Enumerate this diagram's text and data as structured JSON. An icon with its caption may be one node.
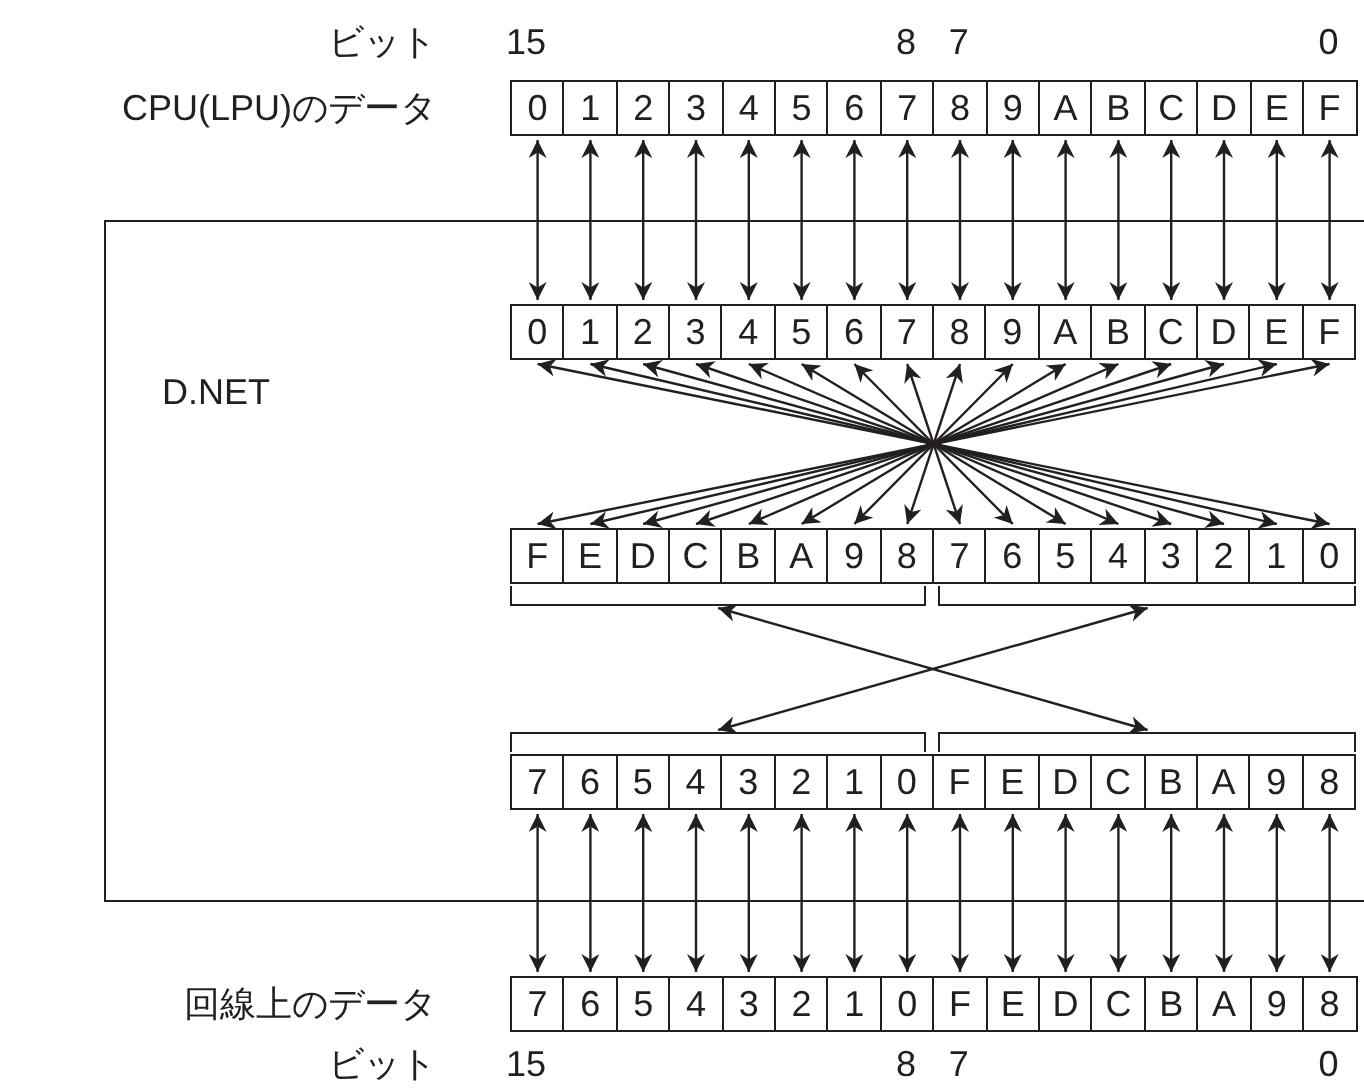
{
  "diagram": {
    "nodes": [
      {
        "text": [
          "0"
        ]
      },
      {
        "text": [
          "1"
        ]
      },
      {
        "text": [
          "2"
        ]
      },
      {
        "text": [
          "3"
        ]
      },
      {
        "text": [
          "4"
        ]
      },
      {
        "text": [
          "5"
        ]
      },
      {
        "text": [
          "6"
        ]
      },
      {
        "text": [
          "7"
        ]
      },
      {
        "text": [
          "8"
        ]
      },
      {
        "text": [
          "9"
        ]
      },
      {
        "text": [
          "A"
        ]
      },
      {
        "text": [
          "B"
        ]
      },
      {
        "text": [
          "C"
        ]
      },
      {
        "text": [
          "D"
        ]
      },
      {
        "text": [
          "E"
        ]
      },
      {
        "text": [
          "F"
        ]
      },
      {
        "text": [
          "D.NET"
        ]
      },
      {
        "text": [
          "0"
        ],
        "in": 16
      },
      {
        "text": [
          "1"
        ],
        "in": 16
      },
      {
        "text": [
          "2"
        ],
        "in": 16
      },
      {
        "text": [
          "3"
        ],
        "in": 16
      },
      {
        "text": [
          "4"
        ],
        "in": 16
      },
      {
        "text": [
          "5"
        ],
        "in": 16
      },
      {
        "text": [
          "6"
        ],
        "in": 16
      },
      {
        "text": [
          "7"
        ],
        "in": 16
      },
      {
        "text": [
          "8"
        ],
        "in": 16
      },
      {
        "text": [
          "9"
        ],
        "in": 16
      },
      {
        "text": [
          "A"
        ],
        "in": 16
      },
      {
        "text": [
          "B"
        ],
        "in": 16
      },
      {
        "text": [
          "C"
        ],
        "in": 16
      },
      {
        "text": [
          "D"
        ],
        "in": 16
      },
      {
        "text": [
          "E"
        ],
        "in": 16
      },
      {
        "text": [
          "F"
        ],
        "in": 16
      },
      {
        "text": [
          "F"
        ],
        "in": 16
      },
      {
        "text": [
          "E"
        ],
        "in": 16
      },
      {
        "text": [
          "D"
        ],
        "in": 16
      },
      {
        "text": [
          "C"
        ],
        "in": 16
      },
      {
        "text": [
          "B"
        ],
        "in": 16
      },
      {
        "text": [
          "A"
        ],
        "in": 16
      },
      {
        "text": [
          "9"
        ],
        "in": 16
      },
      {
        "text": [
          "8"
        ],
        "in": 16
      },
      {
        "text": [
          "7"
        ],
        "in": 16
      },
      {
        "text": [
          "6"
        ],
        "in": 16
      },
      {
        "text": [
          "5"
        ],
        "in": 16
      },
      {
        "text": [
          "4"
        ],
        "in": 16
      },
      {
        "text": [
          "3"
        ],
        "in": 16
      },
      {
        "text": [
          "2"
        ],
        "in": 16
      },
      {
        "text": [
          "1"
        ],
        "in": 16
      },
      {
        "text": [
          "0"
        ],
        "in": 16
      },
      {
        "text": [],
        "shape": "bracket",
        "in": 16
      },
      {
        "text": [],
        "shape": "bracket",
        "in": 16
      },
      {
        "text": [],
        "shape": "bracket",
        "in": 16
      },
      {
        "text": [],
        "shape": "bracket",
        "in": 16
      },
      {
        "text": [
          "7"
        ],
        "in": 16
      },
      {
        "text": [
          "6"
        ],
        "in": 16
      },
      {
        "text": [
          "5"
        ],
        "in": 16
      },
      {
        "text": [
          "4"
        ],
        "in": 16
      },
      {
        "text": [
          "3"
        ],
        "in": 16
      },
      {
        "text": [
          "2"
        ],
        "in": 16
      },
      {
        "text": [
          "1"
        ],
        "in": 16
      },
      {
        "text": [
          "0"
        ],
        "in": 16
      },
      {
        "text": [
          "F"
        ],
        "in": 16
      },
      {
        "text": [
          "E"
        ],
        "in": 16
      },
      {
        "text": [
          "D"
        ],
        "in": 16
      },
      {
        "text": [
          "C"
        ],
        "in": 16
      },
      {
        "text": [
          "B"
        ],
        "in": 16
      },
      {
        "text": [
          "A"
        ],
        "in": 16
      },
      {
        "text": [
          "9"
        ],
        "in": 16
      },
      {
        "text": [
          "8"
        ],
        "in": 16
      },
      {
        "text": [
          "7"
        ]
      },
      {
        "text": [
          "6"
        ]
      },
      {
        "text": [
          "5"
        ]
      },
      {
        "text": [
          "4"
        ]
      },
      {
        "text": [
          "3"
        ]
      },
      {
        "text": [
          "2"
        ]
      },
      {
        "text": [
          "1"
        ]
      },
      {
        "text": [
          "0"
        ]
      },
      {
        "text": [
          "F"
        ]
      },
      {
        "text": [
          "E"
        ]
      },
      {
        "text": [
          "D"
        ]
      },
      {
        "text": [
          "C"
        ]
      },
      {
        "text": [
          "B"
        ]
      },
      {
        "text": [
          "A"
        ]
      },
      {
        "text": [
          "9"
        ]
      },
      {
        "text": [
          "8"
        ]
      }
    ],
    "edges": [
      {
        "from": 0,
        "to": 17,
        "arrow": "both"
      },
      {
        "from": 1,
        "to": 18,
        "arrow": "both"
      },
      {
        "from": 2,
        "to": 19,
        "arrow": "both"
      },
      {
        "from": 3,
        "to": 20,
        "arrow": "both"
      },
      {
        "from": 4,
        "to": 21,
        "arrow": "both"
      },
      {
        "from": 5,
        "to": 22,
        "arrow": "both"
      },
      {
        "from": 6,
        "to": 23,
        "arrow": "both"
      },
      {
        "from": 7,
        "to": 24,
        "arrow": "both"
      },
      {
        "from": 8,
        "to": 25,
        "arrow": "both"
      },
      {
        "from": 9,
        "to": 26,
        "arrow": "both"
      },
      {
        "from": 10,
        "to": 27,
        "arrow": "both"
      },
      {
        "from": 11,
        "to": 28,
        "arrow": "both"
      },
      {
        "from": 12,
        "to": 29,
        "arrow": "both"
      },
      {
        "from": 13,
        "to": 30,
        "arrow": "both"
      },
      {
        "from": 14,
        "to": 31,
        "arrow": "both"
      },
      {
        "from": 15,
        "to": 32,
        "arrow": "both"
      },
      {
        "from": 17,
        "to": 48,
        "arrow": "both"
      },
      {
        "from": 18,
        "to": 47,
        "arrow": "both"
      },
      {
        "from": 19,
        "to": 46,
        "arrow": "both"
      },
      {
        "from": 20,
        "to": 45,
        "arrow": "both"
      },
      {
        "from": 21,
        "to": 44,
        "arrow": "both"
      },
      {
        "from": 22,
        "to": 43,
        "arrow": "both"
      },
      {
        "from": 23,
        "to": 42,
        "arrow": "both"
      },
      {
        "from": 24,
        "to": 41,
        "arrow": "both"
      },
      {
        "from": 25,
        "to": 40,
        "arrow": "both"
      },
      {
        "from": 26,
        "to": 39,
        "arrow": "both"
      },
      {
        "from": 27,
        "to": 38,
        "arrow": "both"
      },
      {
        "from": 28,
        "to": 37,
        "arrow": "both"
      },
      {
        "from": 29,
        "to": 36,
        "arrow": "both"
      },
      {
        "from": 30,
        "to": 35,
        "arrow": "both"
      },
      {
        "from": 31,
        "to": 34,
        "arrow": "both"
      },
      {
        "from": 32,
        "to": 33,
        "arrow": "both"
      },
      {
        "from": 49,
        "to": 52,
        "arrow": "both"
      },
      {
        "from": 50,
        "to": 51,
        "arrow": "both"
      },
      {
        "from": 53,
        "to": 69,
        "arrow": "both"
      },
      {
        "from": 54,
        "to": 70,
        "arrow": "both"
      },
      {
        "from": 55,
        "to": 71,
        "arrow": "both"
      },
      {
        "from": 56,
        "to": 72,
        "arrow": "both"
      },
      {
        "from": 57,
        "to": 73,
        "arrow": "both"
      },
      {
        "from": 58,
        "to": 74,
        "arrow": "both"
      },
      {
        "from": 59,
        "to": 75,
        "arrow": "both"
      },
      {
        "from": 60,
        "to": 76,
        "arrow": "both"
      },
      {
        "from": 61,
        "to": 77,
        "arrow": "both"
      },
      {
        "from": 62,
        "to": 78,
        "arrow": "both"
      },
      {
        "from": 63,
        "to": 79,
        "arrow": "both"
      },
      {
        "from": 64,
        "to": 80,
        "arrow": "both"
      },
      {
        "from": 65,
        "to": 81,
        "arrow": "both"
      },
      {
        "from": 66,
        "to": 82,
        "arrow": "both"
      },
      {
        "from": 67,
        "to": 83,
        "arrow": "both"
      },
      {
        "from": 68,
        "to": 84,
        "arrow": "both"
      }
    ],
    "labels": [
      "ビット",
      "15",
      "8",
      "7",
      "0",
      "CPU(LPU)のデータ",
      "回線上のデータ",
      "ビット",
      "15",
      "8",
      "7",
      "0"
    ]
  }
}
